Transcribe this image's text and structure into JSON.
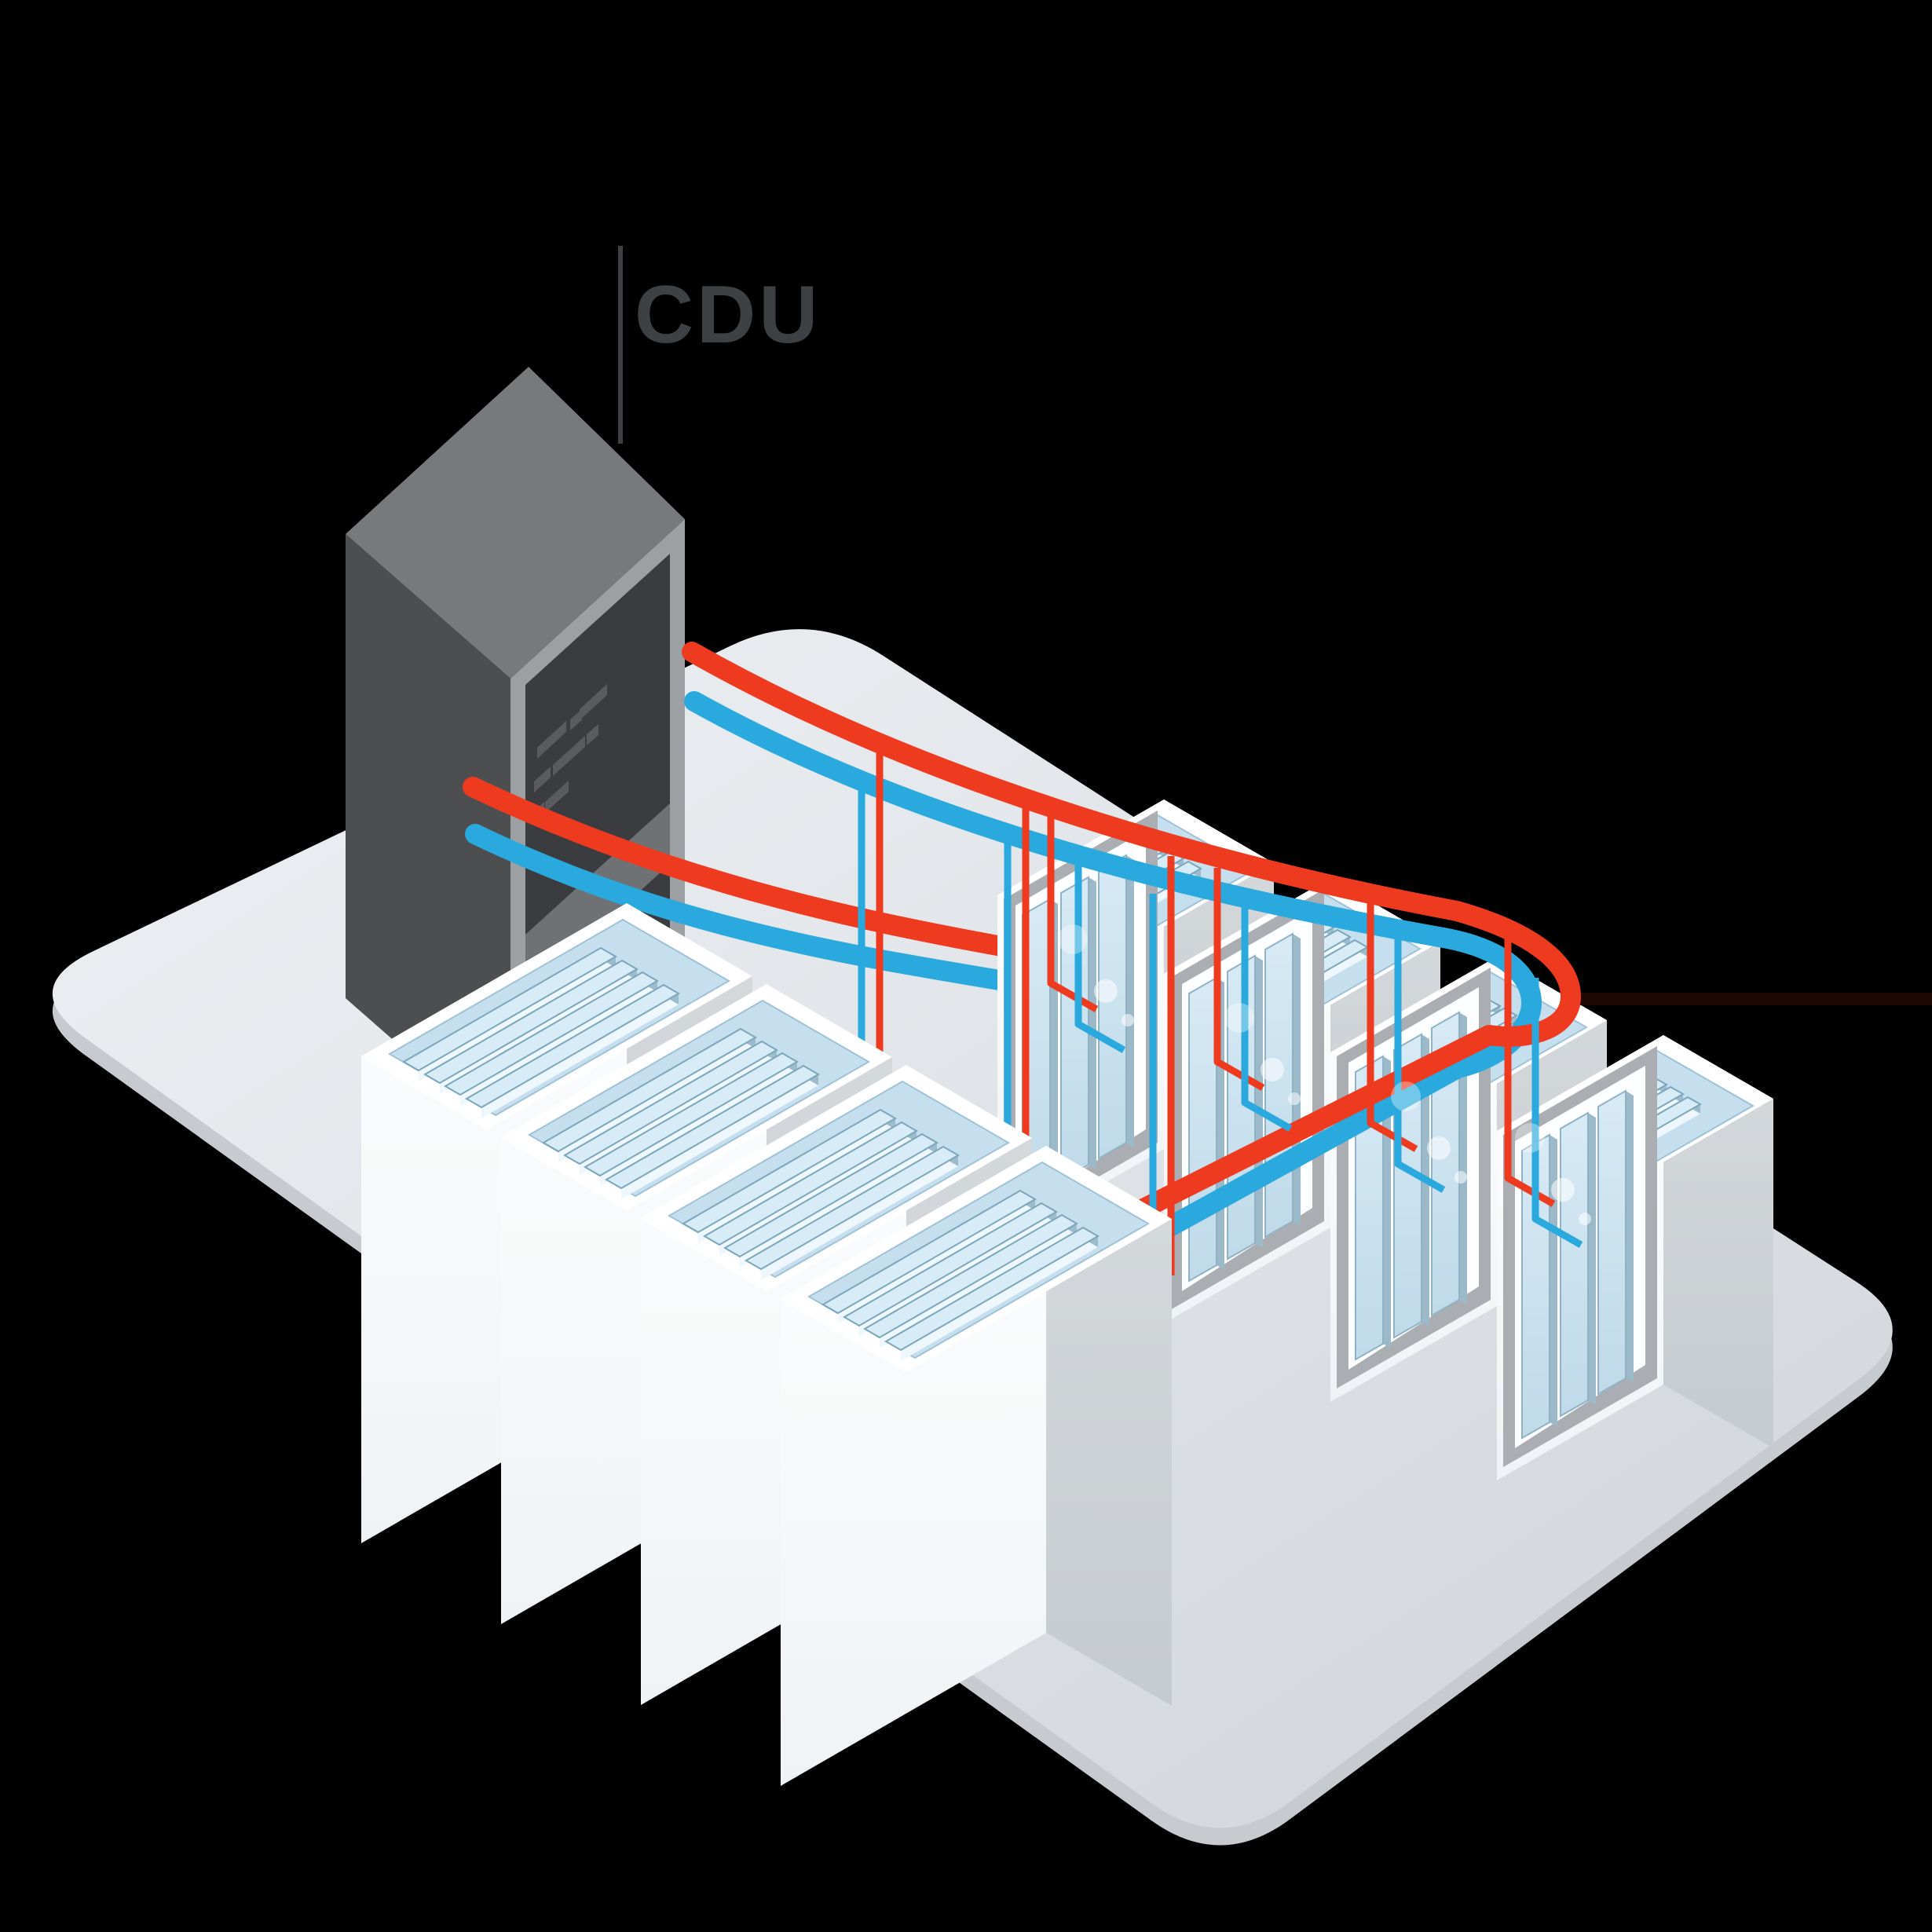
{
  "scene": {
    "label": "CDU",
    "description_counts": {
      "back_racks": 4,
      "front_racks": 4,
      "hot_drop_lines": 7,
      "cold_drop_lines": 7
    }
  },
  "palette": {
    "background": "#000000",
    "floor_top": "#eef1f4",
    "floor_bottom": "#d2d6da",
    "floor_edge": "#c7cbd0",
    "cabinet_top": "#77797b",
    "cabinet_left": "#4c4e50",
    "cabinet_frame": "#9da0a3",
    "cabinet_panel": "#3a3c3f",
    "cabinet_vent": "#595b5e",
    "cabinet_band": "#6f7275",
    "label_color": "#3e4144",
    "pipe_hot": "#ee3b20",
    "pipe_cold": "#29a9dd",
    "pipe_hot_dark": "#1f0905",
    "rack_white": "#f7f9fa",
    "rack_side": "#d2d6d9",
    "rack_frame": "#aaaeb3",
    "top_recess": "#c6dfee",
    "slat_top": "#d8ecf7",
    "slat_side": "#9dbccb",
    "slat_edge": "#eef7fc",
    "blade_front": "#cfe4f1",
    "blade_side": "#9cb9c9",
    "bubble": "#ffffff"
  }
}
